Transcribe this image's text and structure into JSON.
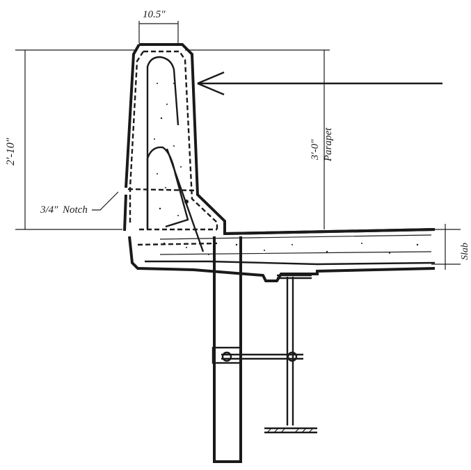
{
  "labels": {
    "width_top": "10.5″",
    "height_left": "2′-10″",
    "height_right": "3′-0″",
    "parapet": "Parapet",
    "notch_size": "3/4″",
    "notch_word": "Notch",
    "slab": "Slab"
  },
  "colors": {
    "ink": "#1a1a1a",
    "paper": "#ffffff"
  }
}
